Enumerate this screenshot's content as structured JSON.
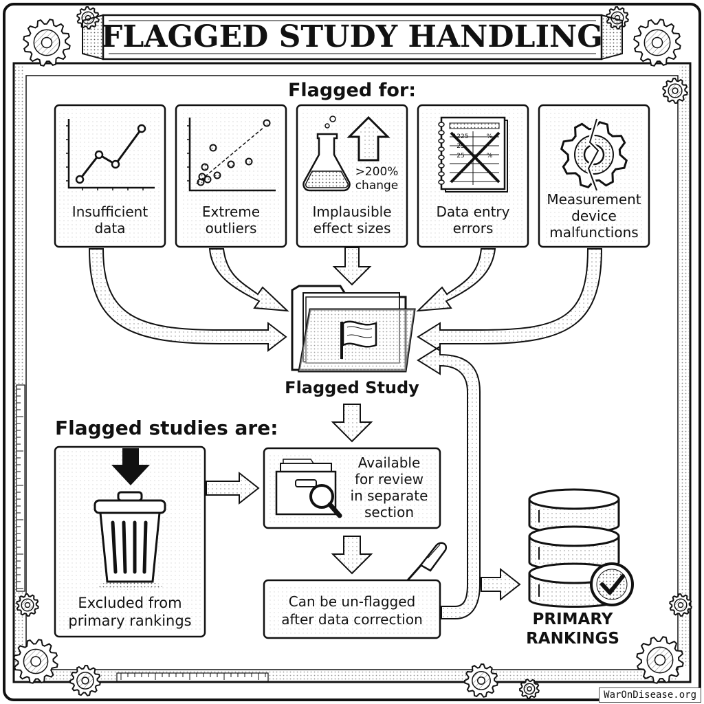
{
  "title": "FLAGGED STUDY HANDLING",
  "flagged_for_heading": "Flagged for:",
  "criteria": [
    {
      "id": "insufficient",
      "lines": [
        "Insufficient",
        "data"
      ],
      "icon": "line-chart-icon"
    },
    {
      "id": "outliers",
      "lines": [
        "Extreme",
        "outliers"
      ],
      "icon": "scatter-plot-icon"
    },
    {
      "id": "implausible",
      "lines": [
        "Implausible",
        "effect sizes"
      ],
      "icon": "flask-icon",
      "badge": [
        ">200%",
        "change"
      ]
    },
    {
      "id": "entry",
      "lines": [
        "Data entry",
        "errors"
      ],
      "icon": "crossed-notebook-icon",
      "sheet_numbers": [
        "1225",
        "%",
        "25",
        "25",
        "%"
      ]
    },
    {
      "id": "device",
      "lines": [
        "Measurement",
        "device",
        "malfunctions"
      ],
      "icon": "broken-gear-icon"
    }
  ],
  "flagged_study_label": "Flagged Study",
  "studies_are_heading": "Flagged studies are:",
  "excluded_label": [
    "Excluded from",
    "primary rankings"
  ],
  "available_label": [
    "Available",
    "for review",
    "in separate",
    "section"
  ],
  "unflag_label": [
    "Can be un-flagged",
    "after data correction"
  ],
  "primary_rankings_label": [
    "PRIMARY",
    "RANKINGS"
  ],
  "watermark": "WarOnDisease.org"
}
